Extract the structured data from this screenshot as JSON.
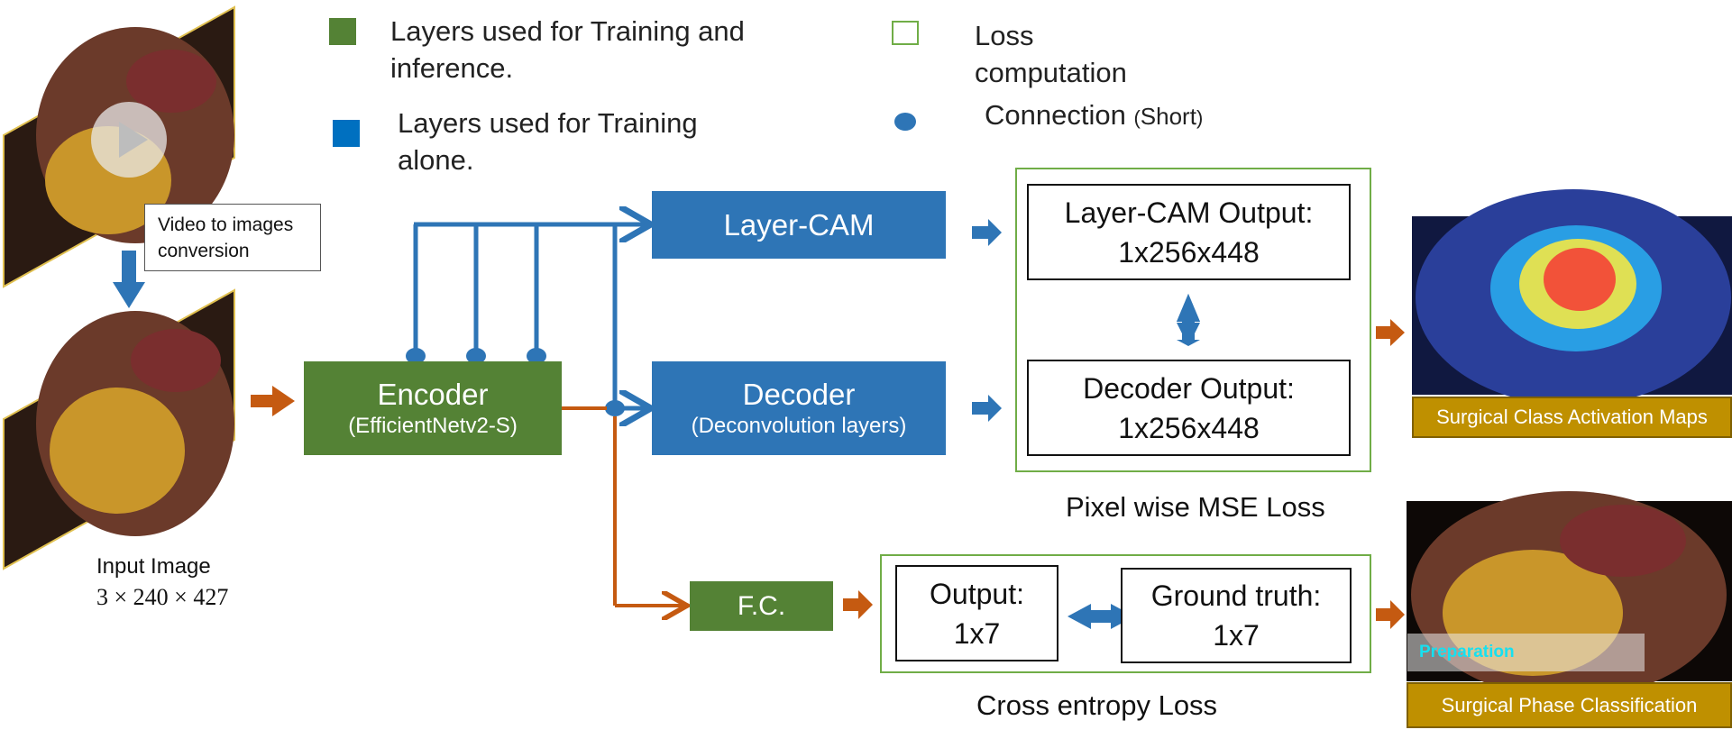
{
  "legend": {
    "train_inference": "Layers used for Training and inference.",
    "train_alone": "Layers used for Training alone.",
    "loss_computation": "Loss computation",
    "connection_prefix": "Connection ",
    "connection_paren_open": "(",
    "connection_short": "Short",
    "connection_paren_close": ")"
  },
  "input": {
    "video_note_line1": "Video to images",
    "video_note_line2": "conversion",
    "label": "Input Image",
    "dims": "3 × 240 × 427"
  },
  "encoder": {
    "title": "Encoder",
    "subtitle": "(EfficientNetv2-S)"
  },
  "layer_cam": {
    "title": "Layer-CAM"
  },
  "decoder": {
    "title": "Decoder",
    "subtitle": "(Deconvolution layers)"
  },
  "fc": {
    "title": "F.C."
  },
  "mse_block": {
    "layer_cam_output_line1": "Layer-CAM Output:",
    "layer_cam_output_line2": "1x256x448",
    "decoder_output_line1": "Decoder Output:",
    "decoder_output_line2": "1x256x448",
    "caption": "Pixel wise MSE Loss"
  },
  "ce_block": {
    "output_line1": "Output:",
    "output_line2": "1x7",
    "gt_line1": "Ground truth:",
    "gt_line2": "1x7",
    "caption": "Cross entropy Loss"
  },
  "results": {
    "cam_label": "Surgical Class Activation Maps",
    "phase_label": "Surgical Phase Classification",
    "phase_overlay": "Preparation"
  },
  "colors": {
    "blue": "#2e75b6",
    "green": "#548235",
    "orange": "#c55a11",
    "gold": "#bf9000",
    "loss_border": "#70ad47"
  }
}
